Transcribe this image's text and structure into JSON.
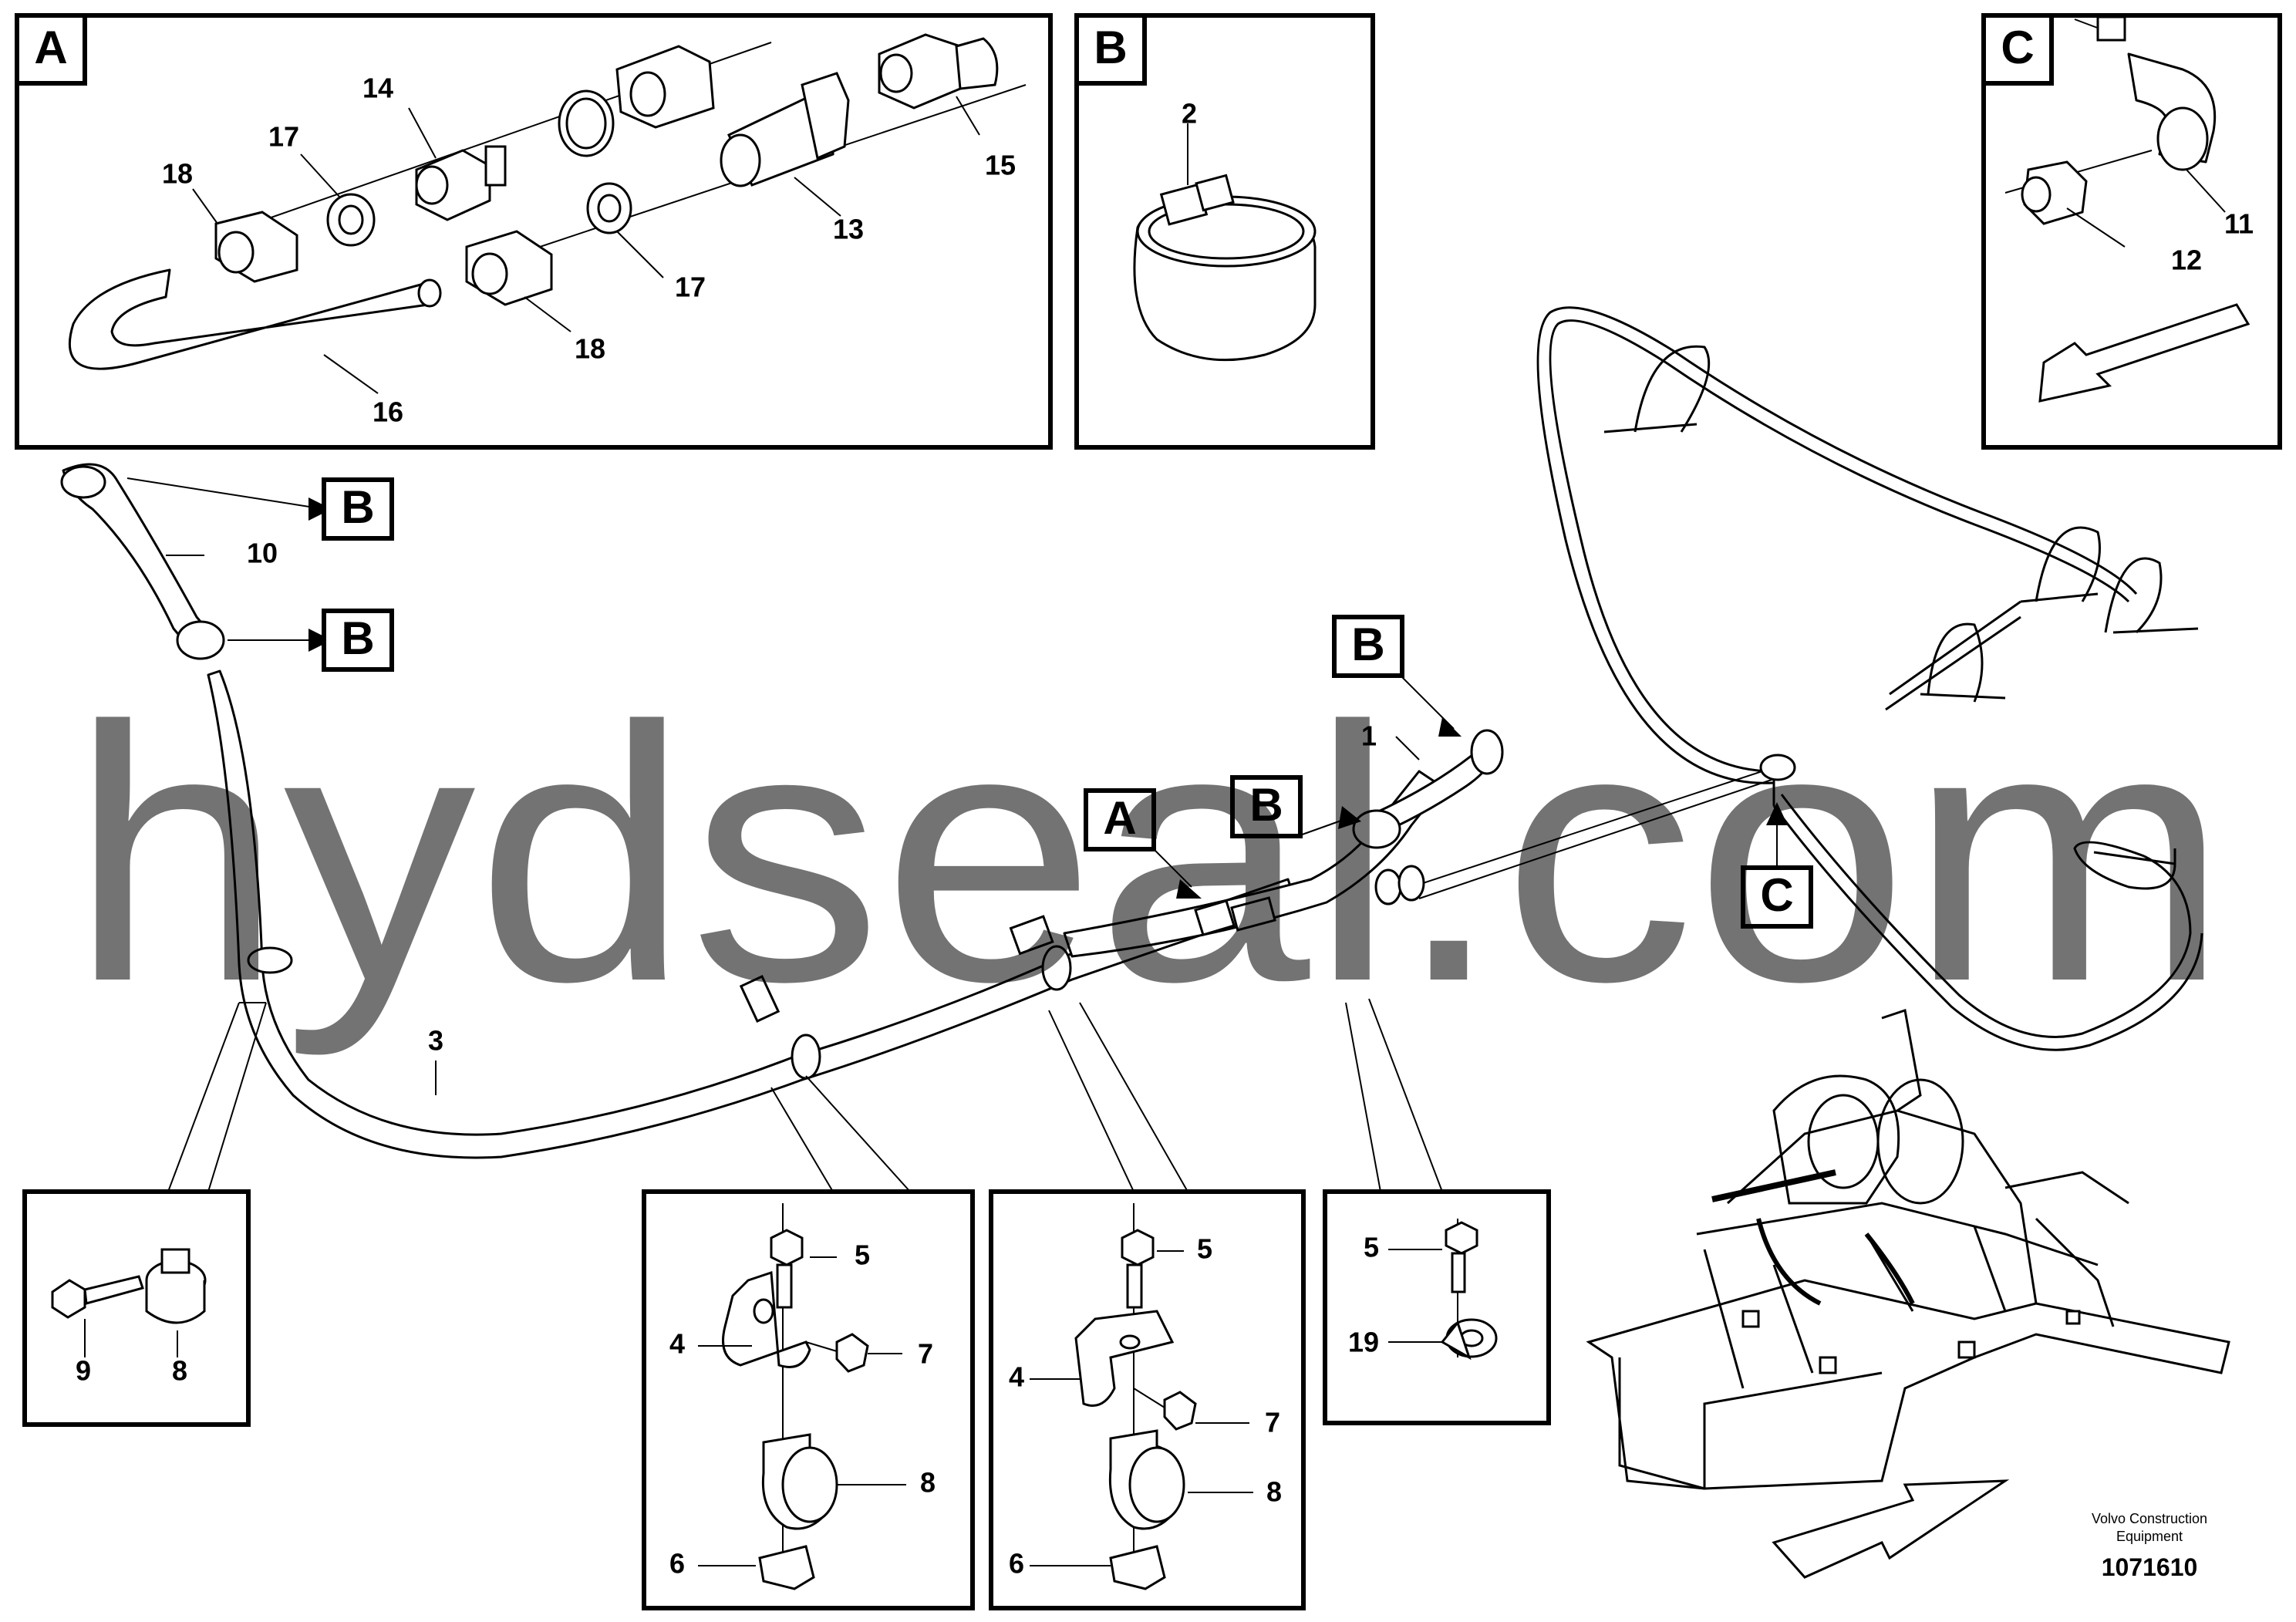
{
  "watermark": "hydseal.com",
  "panels": {
    "a": {
      "letter": "A",
      "labels": {
        "n18a": "18",
        "n17a": "17",
        "n14": "14",
        "n15": "15",
        "n13": "13",
        "n17b": "17",
        "n18b": "18",
        "n16": "16"
      }
    },
    "b": {
      "letter": "B",
      "labels": {
        "n2": "2"
      }
    },
    "c": {
      "letter": "C",
      "labels": {
        "n11": "11",
        "n12": "12"
      }
    }
  },
  "main_labels": {
    "n10": "10",
    "n3": "3",
    "n1": "1",
    "callout_b1": "B",
    "callout_b2": "B",
    "callout_b3": "B",
    "callout_b4": "B",
    "callout_a": "A",
    "callout_c": "C"
  },
  "details": {
    "d1": {
      "n9": "9",
      "n8": "8"
    },
    "d2": {
      "n5": "5",
      "n4": "4",
      "n7": "7",
      "n8": "8",
      "n6": "6"
    },
    "d3": {
      "n5": "5",
      "n4": "4",
      "n7": "7",
      "n8": "8",
      "n6": "6"
    },
    "d4": {
      "n5": "5",
      "n19": "19"
    }
  },
  "footer": {
    "line1": "Volvo Construction",
    "line2": "Equipment",
    "doc_number": "1071610"
  }
}
